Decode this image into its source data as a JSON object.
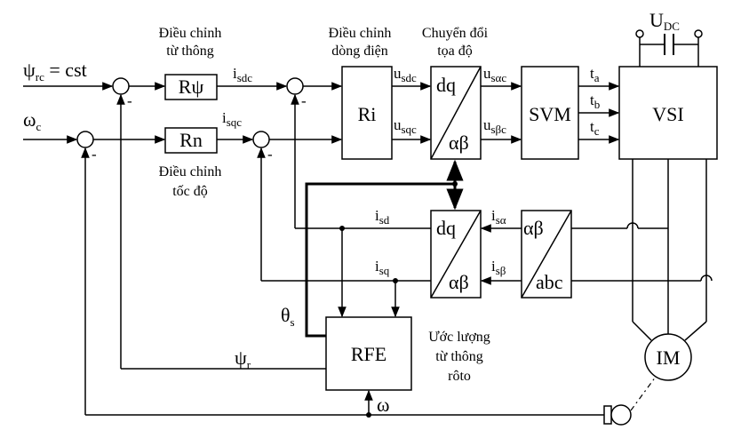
{
  "inputs": {
    "flux_ref": {
      "base": "ψ",
      "sub": "rc",
      "suffix": " = cst"
    },
    "speed_ref": {
      "base": "ω",
      "sub": "c"
    }
  },
  "captions": {
    "flux_ctrl": [
      "Điều chỉnh",
      "từ thông"
    ],
    "current_ctrl": [
      "Điều chỉnh",
      "dòng điện"
    ],
    "transform": [
      "Chuyển đổi",
      "tọa độ"
    ],
    "speed_ctrl": [
      "Điều chỉnh",
      "tốc độ"
    ],
    "estimator": [
      "Ước lượng",
      "từ thông",
      "rôto"
    ]
  },
  "blocks": {
    "flux_reg": "Rψ",
    "speed_reg": "Rn",
    "current_reg": "Ri",
    "svm": "SVM",
    "vsi": "VSI",
    "rfe": "RFE",
    "motor": "IM",
    "dq_top": "dq",
    "ab_top": "αβ",
    "dq_mid": "dq",
    "ab_mid": "αβ",
    "ab_right": "αβ",
    "abc_right": "abc"
  },
  "signals": {
    "isdc": {
      "base": "i",
      "sub": "sdc"
    },
    "isqc": {
      "base": "i",
      "sub": "sqc"
    },
    "usdc": {
      "base": "u",
      "sub": "sdc"
    },
    "usqc": {
      "base": "u",
      "sub": "sqc"
    },
    "usac": {
      "base": "u",
      "sub": "sαc"
    },
    "usbc": {
      "base": "u",
      "sub": "sβc"
    },
    "ta": {
      "base": "t",
      "sub": "a"
    },
    "tb": {
      "base": "t",
      "sub": "b"
    },
    "tc": {
      "base": "t",
      "sub": "c"
    },
    "udc": {
      "base": "U",
      "sub": "DC"
    },
    "isd": {
      "base": "i",
      "sub": "sd"
    },
    "isq": {
      "base": "i",
      "sub": "sq"
    },
    "isa": {
      "base": "i",
      "sub": "sα"
    },
    "isb": {
      "base": "i",
      "sub": "sβ"
    },
    "theta": {
      "base": "θ",
      "sub": "s"
    },
    "psir": {
      "base": "ψ",
      "sub": "r"
    },
    "omega": {
      "base": "ω",
      "sub": ""
    }
  },
  "summing_signs": [
    "-",
    "-",
    "-",
    "-"
  ]
}
